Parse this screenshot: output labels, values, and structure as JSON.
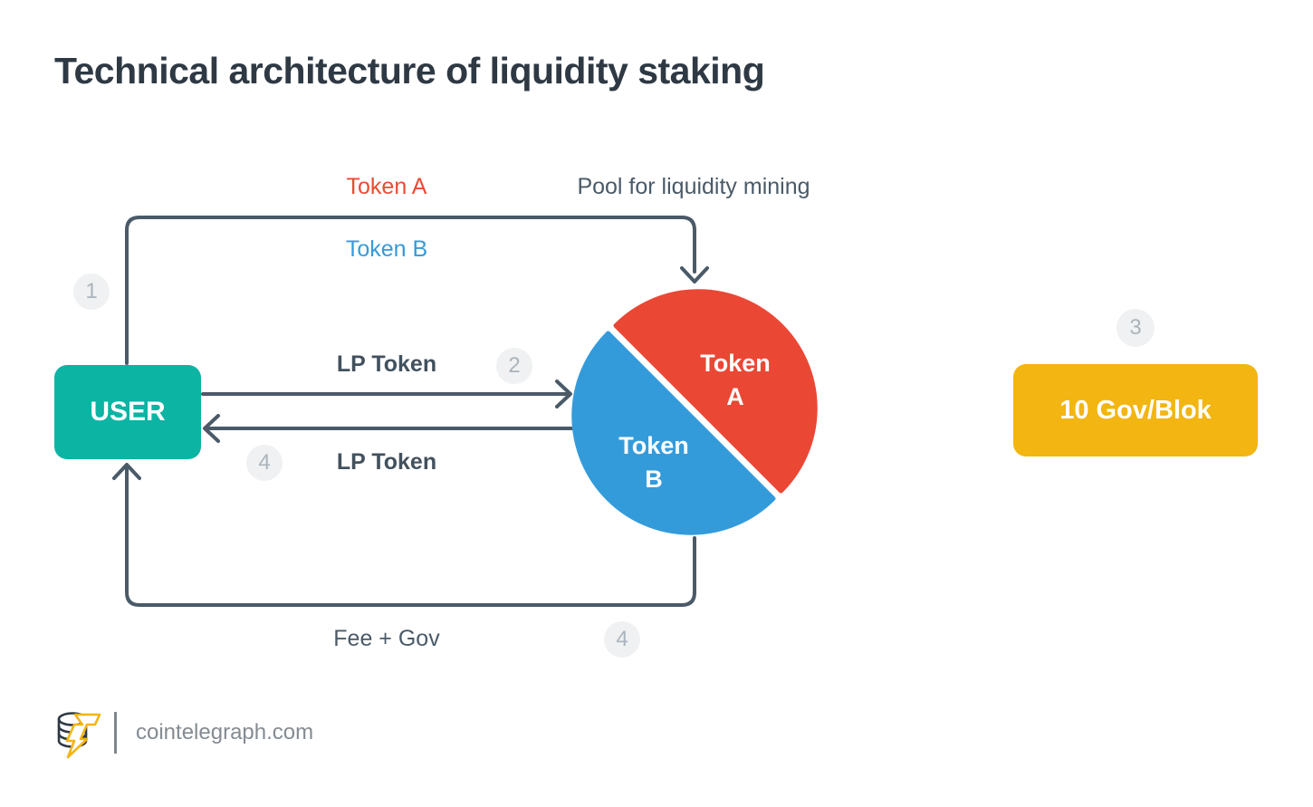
{
  "title": "Technical architecture of liquidity staking",
  "colors": {
    "teal": "#0CB4A4",
    "red": "#EA4734",
    "blue": "#349BDB",
    "yellow": "#F3B511",
    "line": "#4A5A68",
    "title_text": "#2E3944",
    "step_badge_bg": "#F0F1F2",
    "step_badge_text": "#ABB4BC"
  },
  "diagram": {
    "user_node": {
      "label": "USER"
    },
    "reward_node": {
      "label": "10 Gov/Blok"
    },
    "pool": {
      "token_a_line1": "Token",
      "token_a_line2": "A",
      "token_b_line1": "Token",
      "token_b_line2": "B"
    },
    "labels": {
      "token_a": "Token A",
      "token_b": "Token B",
      "pool_caption": "Pool for liquidity mining",
      "lp_token_in": "LP Token",
      "lp_token_out": "LP Token",
      "fee_gov": "Fee + Gov"
    },
    "steps": [
      {
        "n": "1"
      },
      {
        "n": "2"
      },
      {
        "n": "3"
      },
      {
        "n": "4"
      },
      {
        "n": "4"
      }
    ]
  },
  "footer": {
    "site": "cointelegraph.com"
  }
}
